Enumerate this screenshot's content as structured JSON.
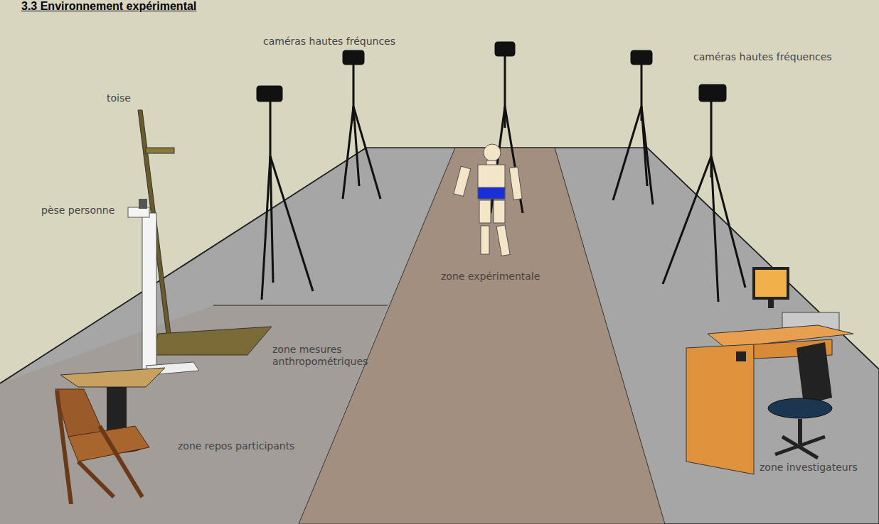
{
  "diagram": {
    "title": "3.3 Environnement expérimental",
    "labels": [
      "caméras hautes fréqunces",
      "caméras hautes fréquences",
      "toise",
      "pèse personne",
      "zone mesures anthropométriques",
      "zone expérimentale",
      "zone repos participants",
      "zone investigateurs"
    ]
  }
}
